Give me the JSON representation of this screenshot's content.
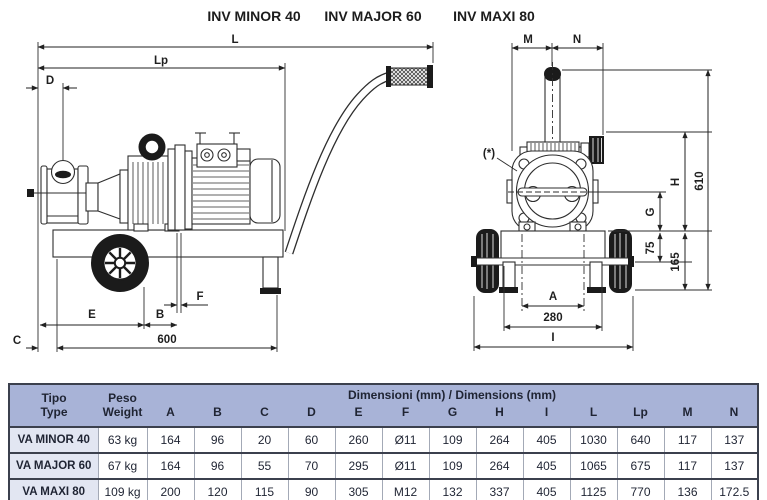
{
  "captions": {
    "model1": "INV MINOR 40",
    "model2": "INV MAJOR 60",
    "model3": "INV MAXI 80"
  },
  "side_view": {
    "dim_L": "L",
    "dim_Lp": "Lp",
    "dim_D": "D",
    "dim_E": "E",
    "dim_B": "B",
    "dim_F": "F",
    "dim_C": "C",
    "dim_600": "600"
  },
  "front_view": {
    "dim_M": "M",
    "dim_N": "N",
    "dim_610": "610",
    "dim_H": "H",
    "dim_G": "G",
    "dim_75": "75",
    "dim_165": "165",
    "dim_A": "A",
    "dim_280": "280",
    "dim_I": "I",
    "note": "(*)"
  },
  "table": {
    "type_header_l1": "Tipo",
    "type_header_l2": "Type",
    "weight_header_l1": "Peso",
    "weight_header_l2": "Weight",
    "dimensions_header": "Dimensioni (mm) / Dimensions (mm)",
    "dim_columns": [
      "A",
      "B",
      "C",
      "D",
      "E",
      "F",
      "G",
      "H",
      "I",
      "L",
      "Lp",
      "M",
      "N"
    ],
    "rows": [
      {
        "type": "VA MINOR 40",
        "weight": "63 kg",
        "values": [
          "164",
          "96",
          "20",
          "60",
          "260",
          "Ø11",
          "109",
          "264",
          "405",
          "1030",
          "640",
          "117",
          "137"
        ]
      },
      {
        "type": "VA MAJOR 60",
        "weight": "67 kg",
        "values": [
          "164",
          "96",
          "55",
          "70",
          "295",
          "Ø11",
          "109",
          "264",
          "405",
          "1065",
          "675",
          "117",
          "137"
        ]
      },
      {
        "type": "VA MAXI 80",
        "weight": "109 kg",
        "values": [
          "200",
          "120",
          "115",
          "90",
          "305",
          "M12",
          "132",
          "337",
          "405",
          "1125",
          "770",
          "136",
          "172.5"
        ]
      }
    ]
  },
  "colors": {
    "header_bg": "#a8b3d7",
    "type_col_bg": "#e2e6f2",
    "border_dark": "#3b404d",
    "grid_light": "#a3a9b6",
    "text": "#1f2433",
    "line": "#2e2e2e"
  }
}
